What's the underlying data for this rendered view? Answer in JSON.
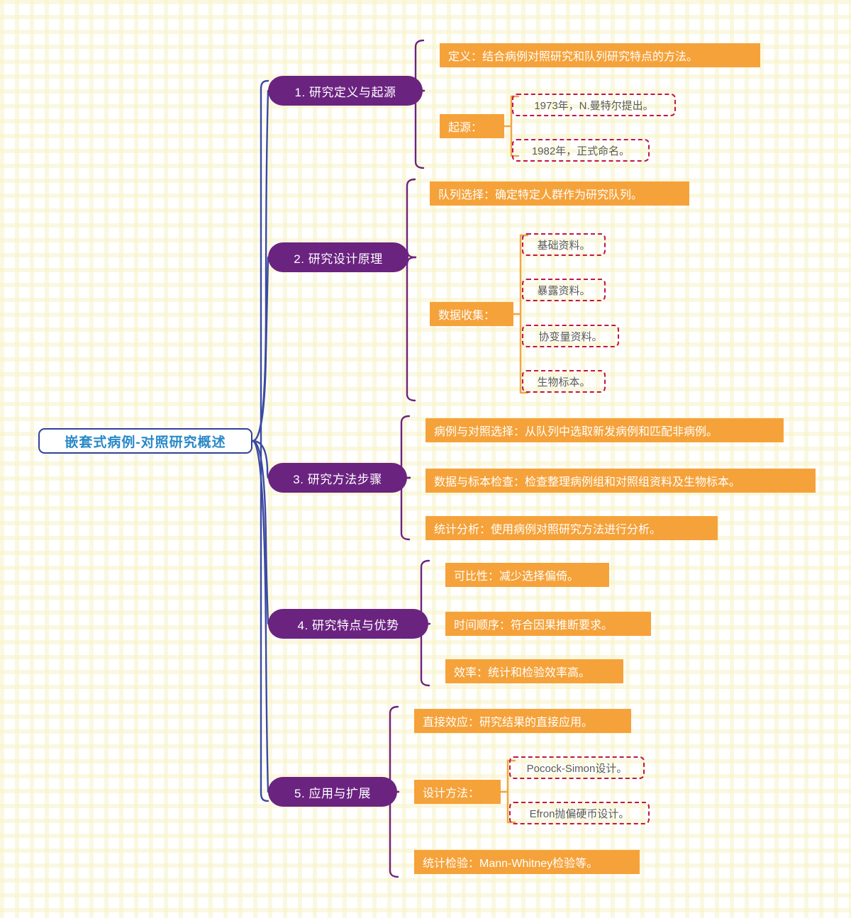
{
  "diagram": {
    "title": "嵌套式病例-对照研究概述",
    "type": "mindmap",
    "colors": {
      "root_border": "#31409a",
      "root_text": "#2a89c8",
      "branch_fill": "#6b2380",
      "branch_text": "#ffffff",
      "leaf_fill": "#f5a23a",
      "leaf_text": "#ffffff",
      "dashed_border": "#c0154c",
      "dashed_text": "#5a5a5a",
      "spine": "#3b4aa0",
      "grid": "#f7f3c8"
    }
  },
  "root": {
    "label": "嵌套式病例-对照研究概述"
  },
  "branches": [
    {
      "id": "b1",
      "label": "1. 研究定义与起源",
      "children": [
        {
          "label": "定义：结合病例对照研究和队列研究特点的方法。",
          "kind": "orange",
          "children": []
        },
        {
          "label": "起源：",
          "kind": "orange",
          "children": [
            {
              "label": "1973年，N.曼特尔提出。",
              "kind": "dashed"
            },
            {
              "label": "1982年，正式命名。",
              "kind": "dashed"
            }
          ]
        }
      ]
    },
    {
      "id": "b2",
      "label": "2. 研究设计原理",
      "children": [
        {
          "label": "队列选择：确定特定人群作为研究队列。",
          "kind": "orange",
          "children": []
        },
        {
          "label": "数据收集：",
          "kind": "orange",
          "children": [
            {
              "label": "基础资料。",
              "kind": "dashed"
            },
            {
              "label": "暴露资料。",
              "kind": "dashed"
            },
            {
              "label": "协变量资料。",
              "kind": "dashed"
            },
            {
              "label": "生物标本。",
              "kind": "dashed"
            }
          ]
        }
      ]
    },
    {
      "id": "b3",
      "label": "3. 研究方法步骤",
      "children": [
        {
          "label": "病例与对照选择：从队列中选取新发病例和匹配非病例。",
          "kind": "orange",
          "children": []
        },
        {
          "label": "数据与标本检查：检查整理病例组和对照组资料及生物标本。",
          "kind": "orange",
          "children": []
        },
        {
          "label": "统计分析：使用病例对照研究方法进行分析。",
          "kind": "orange",
          "children": []
        }
      ]
    },
    {
      "id": "b4",
      "label": "4. 研究特点与优势",
      "children": [
        {
          "label": "可比性：减少选择偏倚。",
          "kind": "orange",
          "children": []
        },
        {
          "label": "时间顺序：符合因果推断要求。",
          "kind": "orange",
          "children": []
        },
        {
          "label": "效率：统计和检验效率高。",
          "kind": "orange",
          "children": []
        }
      ]
    },
    {
      "id": "b5",
      "label": "5. 应用与扩展",
      "children": [
        {
          "label": "直接效应：研究结果的直接应用。",
          "kind": "orange",
          "children": []
        },
        {
          "label": "设计方法：",
          "kind": "orange",
          "children": [
            {
              "label": "Pocock-Simon设计。",
              "kind": "dashed"
            },
            {
              "label": "Efron抛偏硬币设计。",
              "kind": "dashed"
            }
          ]
        },
        {
          "label": "统计检验：Mann-Whitney检验等。",
          "kind": "orange",
          "children": []
        }
      ]
    }
  ]
}
